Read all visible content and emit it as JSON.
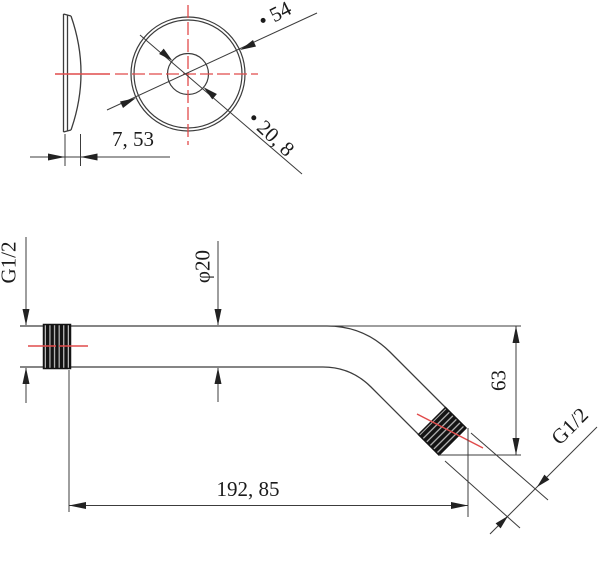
{
  "drawing": {
    "type": "technical-dimension-drawing",
    "subject": "shower-arm-with-flange",
    "views": {
      "flange_side": {
        "thickness_label": "7, 53"
      },
      "flange_front": {
        "outer_diameter_label": "• 54",
        "inner_diameter_label": "• 20, 8"
      },
      "arm_profile": {
        "inlet_thread_label": "G1/2",
        "tube_diameter_label": "φ20",
        "drop_height_label": "63",
        "outlet_thread_label": "G1/2",
        "length_label": "192, 85"
      }
    },
    "colors": {
      "line": "#3c3c3c",
      "centerline_red": "#e14b4b",
      "thread_black": "#141414",
      "text": "#1b1b1b",
      "background": "#ffffff"
    }
  }
}
